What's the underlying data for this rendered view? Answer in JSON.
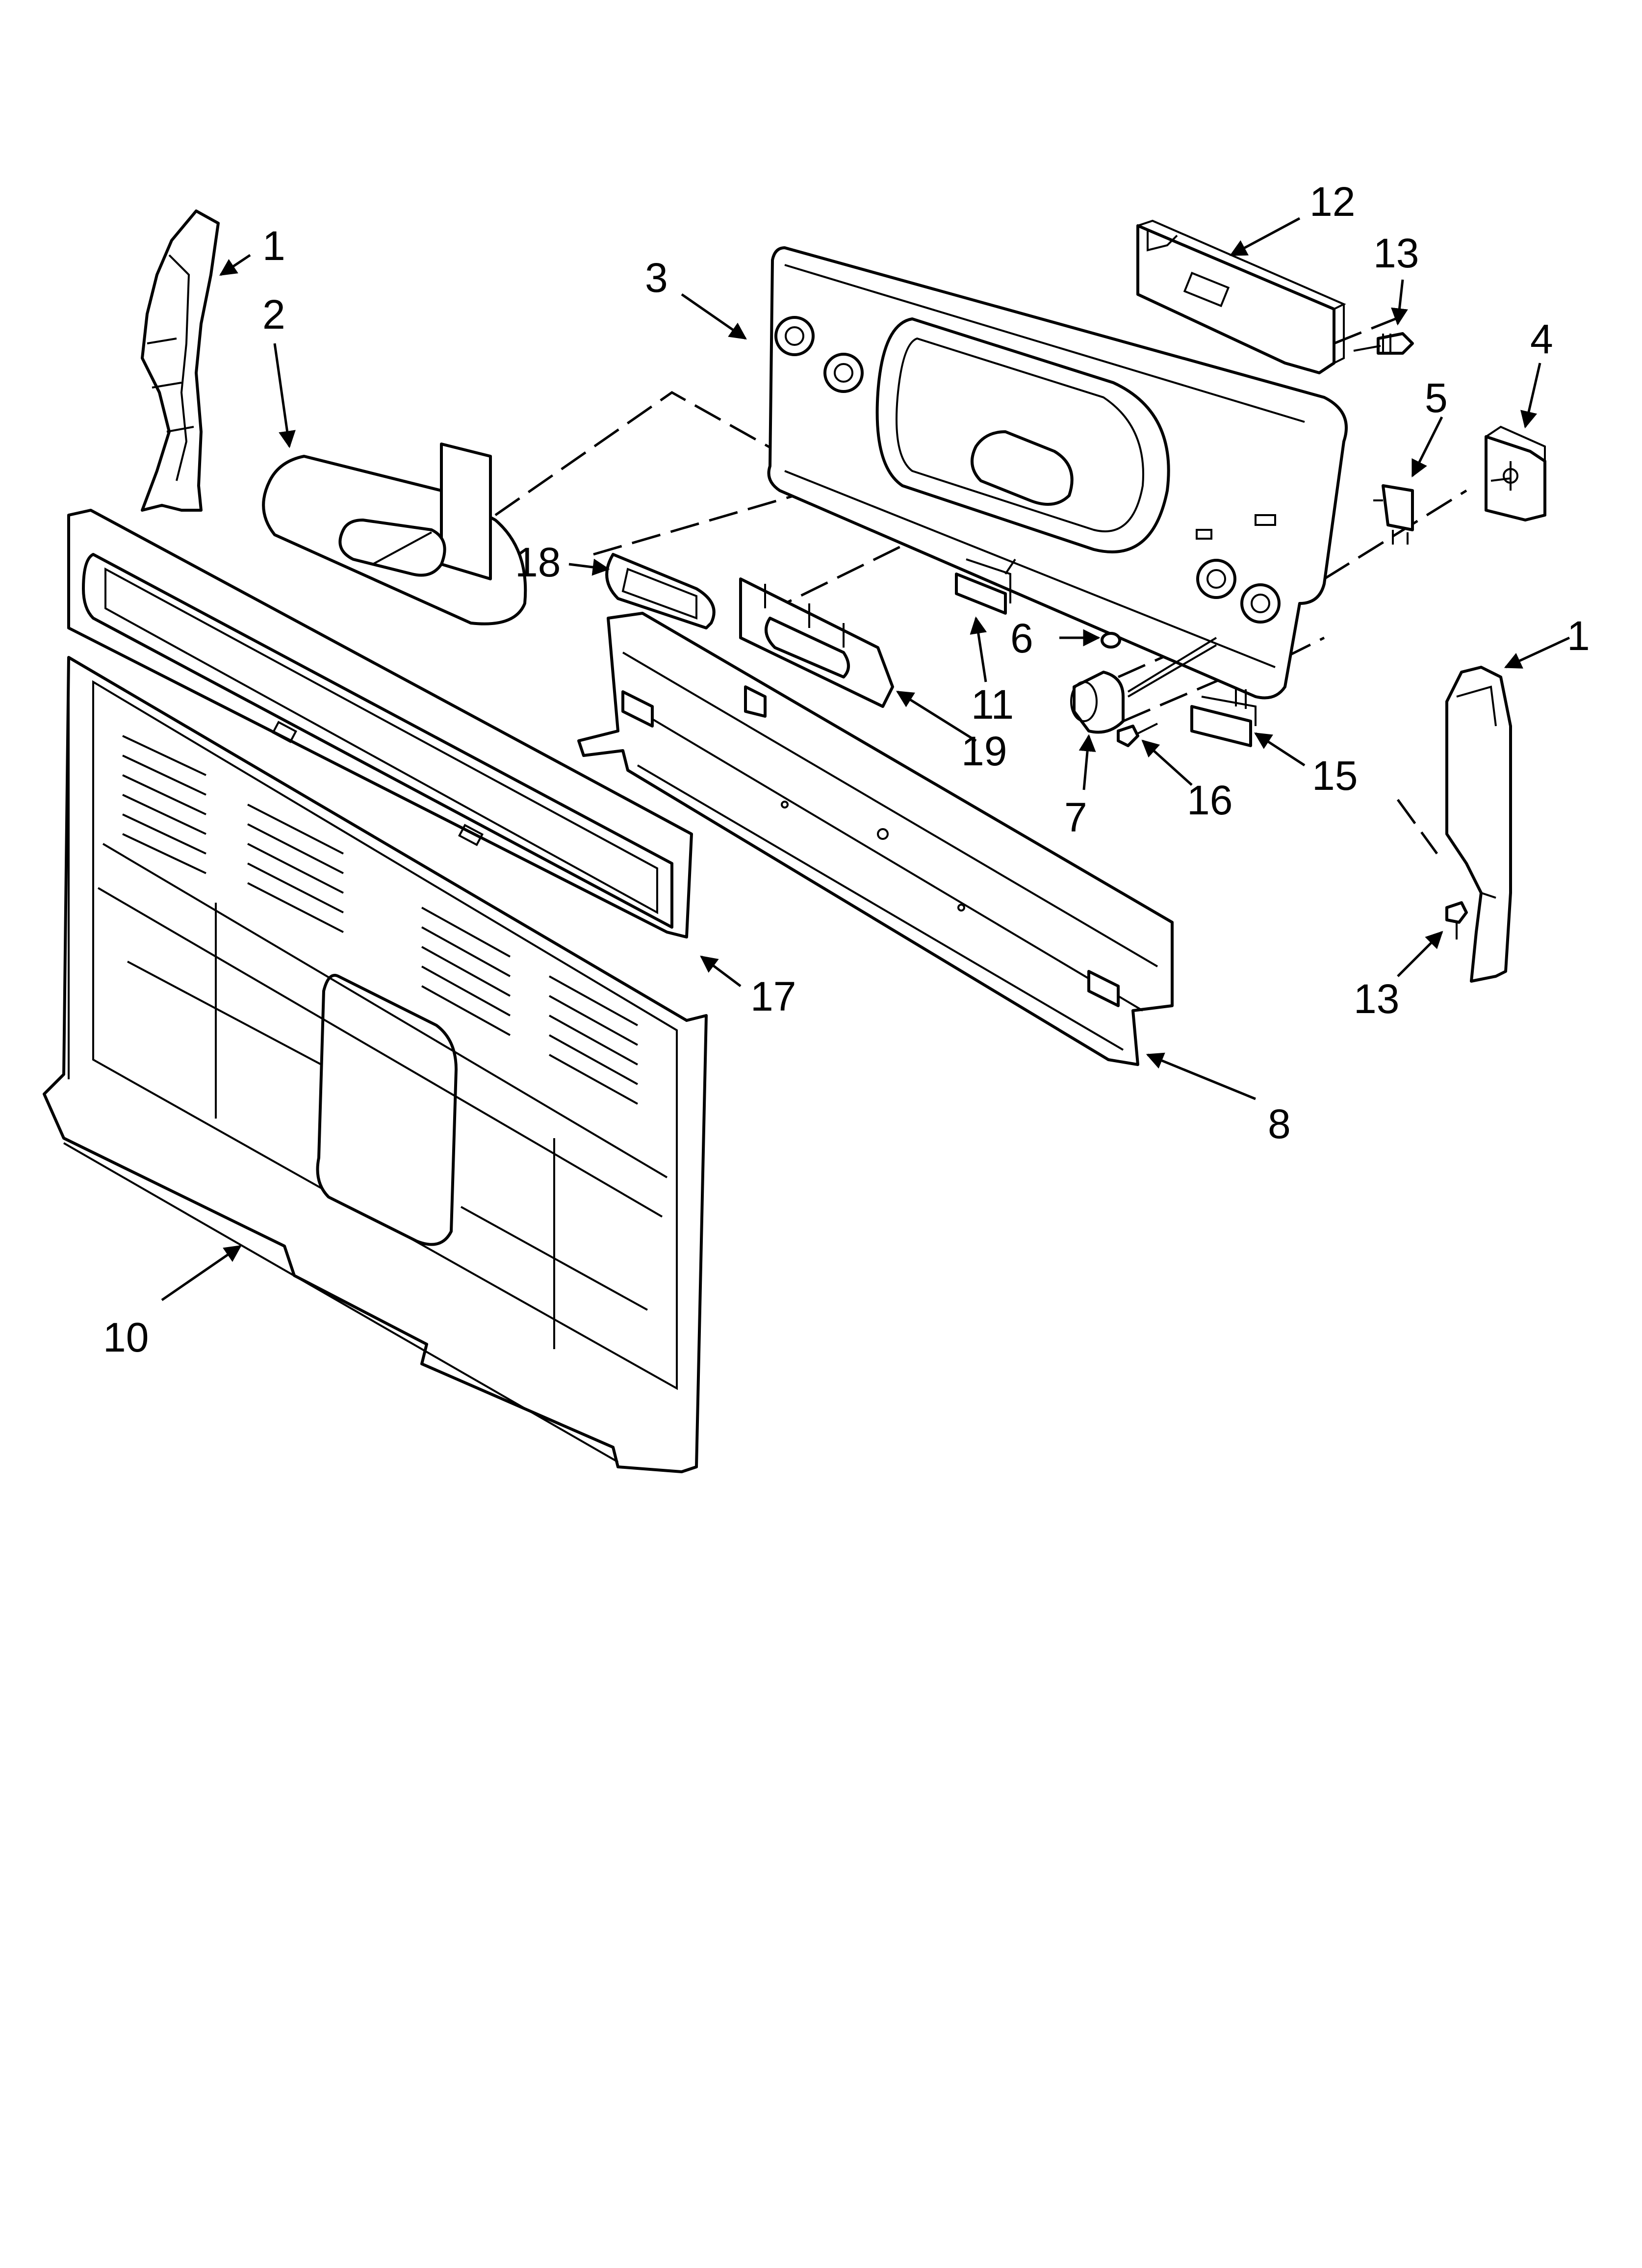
{
  "callouts": [
    {
      "id": "c1a",
      "label": "1"
    },
    {
      "id": "c2",
      "label": "2"
    },
    {
      "id": "c3",
      "label": "3"
    },
    {
      "id": "c12",
      "label": "12"
    },
    {
      "id": "c13a",
      "label": "13"
    },
    {
      "id": "c4",
      "label": "4"
    },
    {
      "id": "c5",
      "label": "5"
    },
    {
      "id": "c18",
      "label": "18"
    },
    {
      "id": "c6",
      "label": "6"
    },
    {
      "id": "c11",
      "label": "11"
    },
    {
      "id": "c19",
      "label": "19"
    },
    {
      "id": "c1b",
      "label": "1"
    },
    {
      "id": "c7",
      "label": "7"
    },
    {
      "id": "c16",
      "label": "16"
    },
    {
      "id": "c15",
      "label": "15"
    },
    {
      "id": "c17",
      "label": "17"
    },
    {
      "id": "c13b",
      "label": "13"
    },
    {
      "id": "c8",
      "label": "8"
    },
    {
      "id": "c10",
      "label": "10"
    }
  ]
}
